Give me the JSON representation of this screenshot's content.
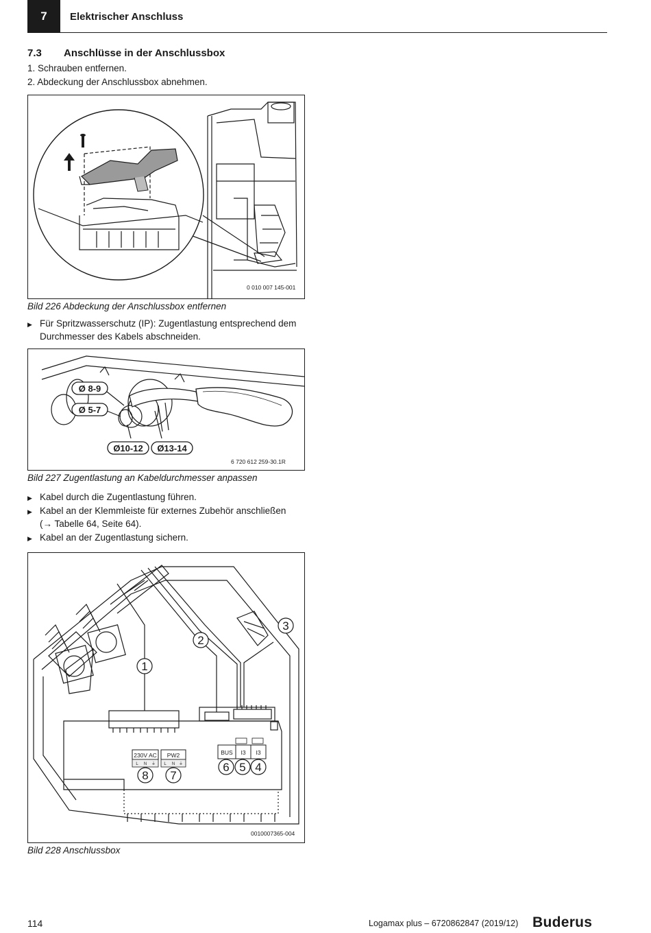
{
  "header": {
    "chapter_number": "7",
    "chapter_title": "Elektrischer Anschluss"
  },
  "section": {
    "number": "7.3",
    "title": "Anschlüsse in der Anschlussbox"
  },
  "steps": [
    "1. Schrauben entfernen.",
    "2. Abdeckung der Anschlussbox abnehmen."
  ],
  "figure226": {
    "code": "0 010 007 145-001",
    "caption": "Bild 226  Abdeckung der Anschlussbox entfernen"
  },
  "instruction1": {
    "line1": "Für Spritzwasserschutz (IP): Zugentlastung entsprechend dem",
    "line2": "Durchmesser des Kabels abschneiden."
  },
  "figure227": {
    "labels": [
      "Ø 8-9",
      "Ø 5-7",
      "Ø10-12",
      "Ø13-14"
    ],
    "code": "6 720 612 259-30.1R",
    "caption": "Bild 227  Zugentlastung an Kabeldurchmesser anpassen"
  },
  "instructions2": {
    "item1": "Kabel durch die Zugentlastung führen.",
    "item2_line1": "Kabel an der Klemmleiste für externes Zubehör anschließen",
    "item2_line2": "(→ Tabelle 64, Seite 64).",
    "item3": "Kabel an der Zugentlastung sichern."
  },
  "figure228": {
    "callouts": [
      "1",
      "2",
      "3",
      "4",
      "5",
      "6",
      "7",
      "8"
    ],
    "terminal_labels": [
      "230V AC",
      "PW2",
      "BUS",
      "I3",
      "I3"
    ],
    "pin_labels": [
      "L",
      "N",
      "⏚"
    ],
    "code": "0010007365-004",
    "caption": "Bild 228  Anschlussbox"
  },
  "footer": {
    "page_number": "114",
    "doc_ref": "Logamax plus – 6720862847 (2019/12)",
    "brand": "Buderus"
  }
}
